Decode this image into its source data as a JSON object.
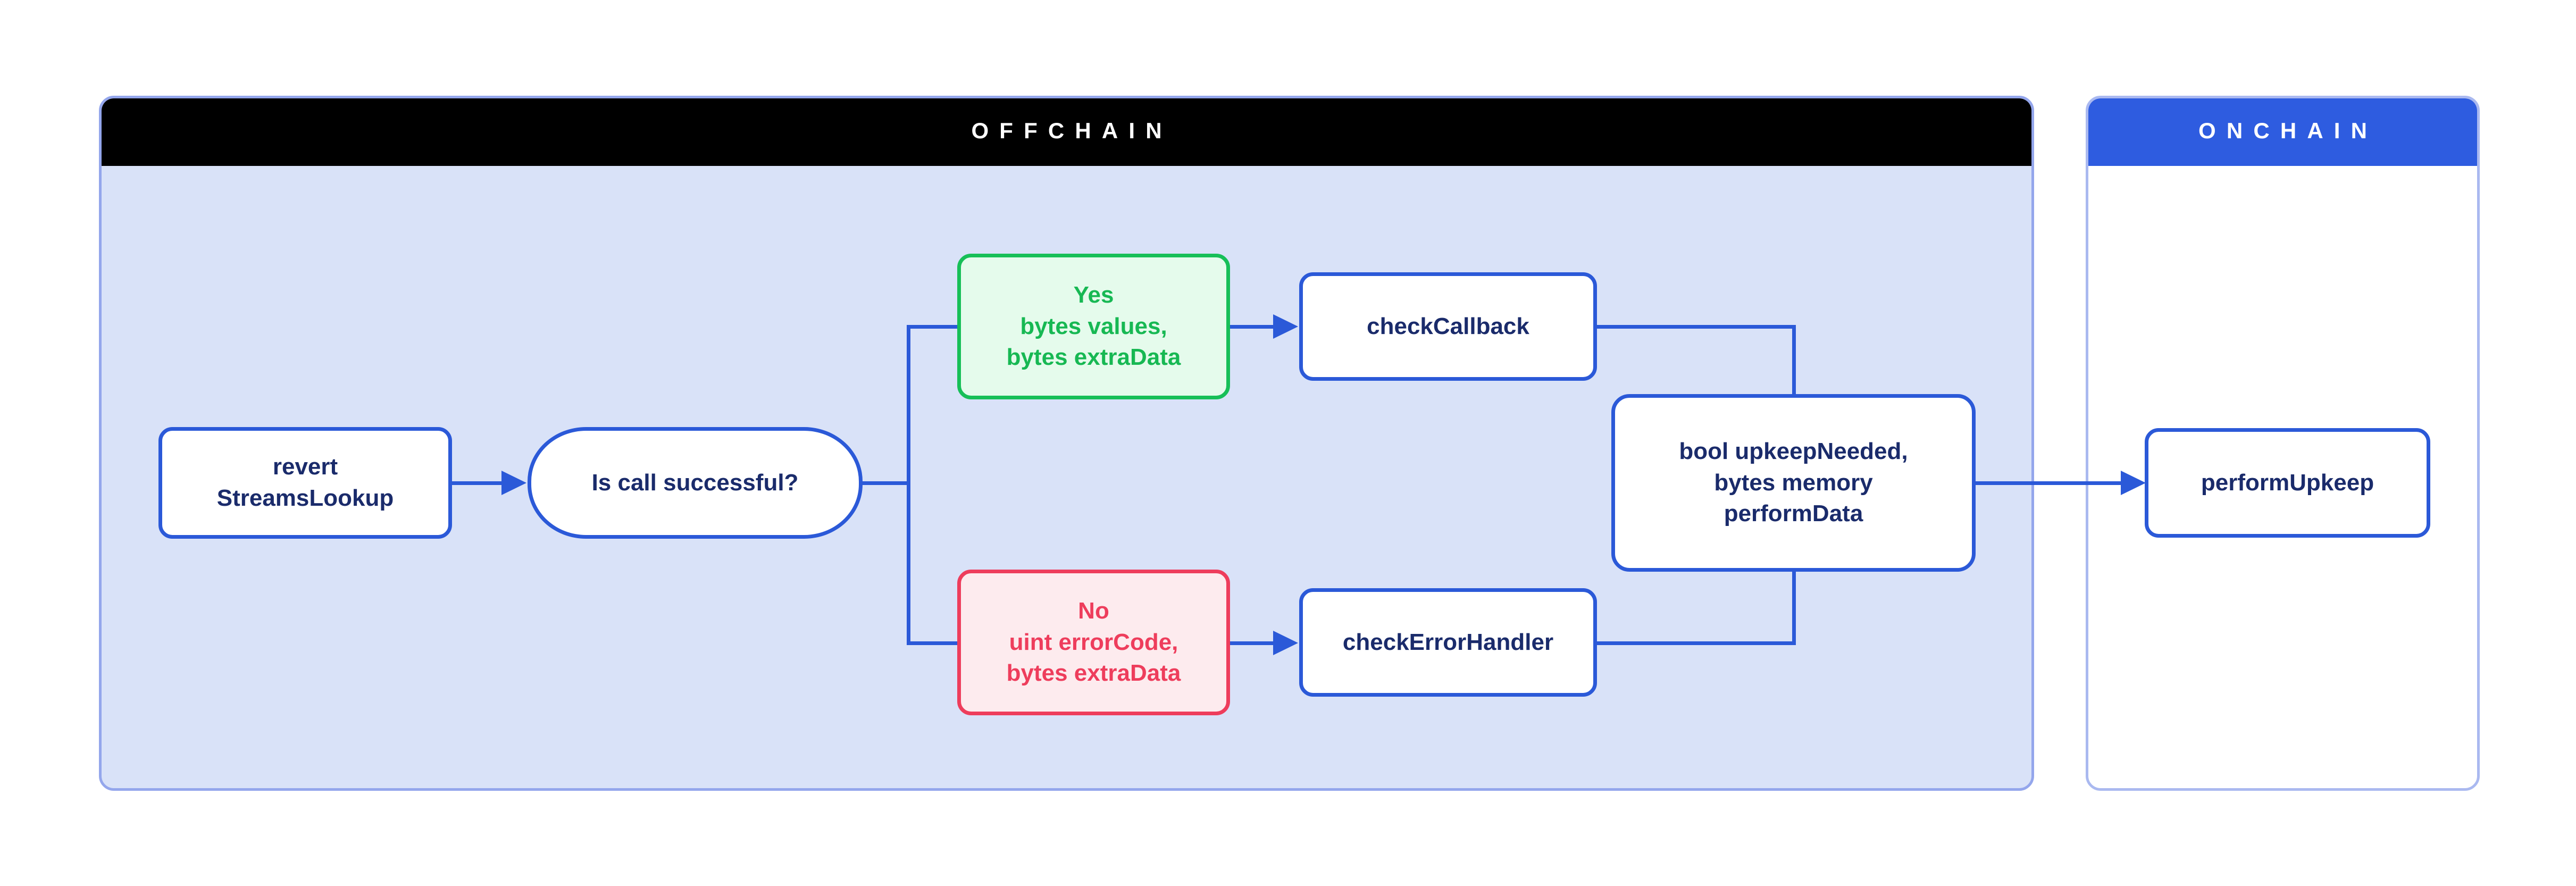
{
  "diagram": {
    "containers": {
      "offchain": {
        "title": "OFFCHAIN",
        "header_color": "#000000",
        "body_color": "#d9e2f8",
        "border_color": "#94a6ec"
      },
      "onchain": {
        "title": "ONCHAIN",
        "header_color": "#2e5ce0",
        "body_color": "#ffffff",
        "border_color": "#aab9f0"
      }
    },
    "nodes": {
      "revert": {
        "lines": [
          "revert",
          "StreamsLookup"
        ]
      },
      "is_call_successful": {
        "label": "Is call successful?"
      },
      "yes": {
        "lines": [
          "Yes",
          "bytes values,",
          "bytes extraData"
        ]
      },
      "check_callback": {
        "label": "checkCallback"
      },
      "no": {
        "lines": [
          "No",
          "uint errorCode,",
          "bytes extraData"
        ]
      },
      "check_error_handler": {
        "label": "checkErrorHandler"
      },
      "upkeep_needed": {
        "lines": [
          "bool upkeepNeeded,",
          "bytes memory",
          "performData"
        ]
      },
      "perform_upkeep": {
        "label": "performUpkeep"
      }
    },
    "edges": [
      {
        "from": "revert",
        "to": "is_call_successful",
        "arrow": true
      },
      {
        "from": "is_call_successful",
        "to": "yes",
        "arrow": false
      },
      {
        "from": "is_call_successful",
        "to": "no",
        "arrow": false
      },
      {
        "from": "yes",
        "to": "check_callback",
        "arrow": true
      },
      {
        "from": "no",
        "to": "check_error_handler",
        "arrow": true
      },
      {
        "from": "check_callback",
        "to": "upkeep_needed",
        "arrow": false
      },
      {
        "from": "check_error_handler",
        "to": "upkeep_needed",
        "arrow": false
      },
      {
        "from": "upkeep_needed",
        "to": "perform_upkeep",
        "arrow": true
      }
    ],
    "colors": {
      "edge_blue": "#2b59d8",
      "node_border_blue": "#2b59d8",
      "text_navy": "#1a2b6b",
      "success_green": "#17bf58",
      "success_bg": "#e5fbec",
      "error_red": "#ee3d5c",
      "error_bg": "#fdebee"
    }
  }
}
